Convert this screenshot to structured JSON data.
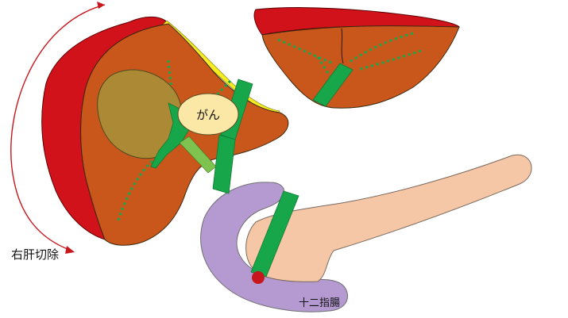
{
  "labels": {
    "tumor": "がん",
    "resection": "右肝切除",
    "duodenum": "十二指腸"
  },
  "colors": {
    "liver": "#c9571b",
    "resected_edge": "#d2121b",
    "gallbladder": "#a79238",
    "bile_duct": "#17a74a",
    "bile_duct_light": "#7ec24f",
    "tumor": "#fbe7a6",
    "pancreas": "#f5c7a6",
    "duodenum": "#b49ad1",
    "hilar_highlight": "#f5ec21",
    "arrow": "#c8161d",
    "papilla": "#c8161d"
  }
}
